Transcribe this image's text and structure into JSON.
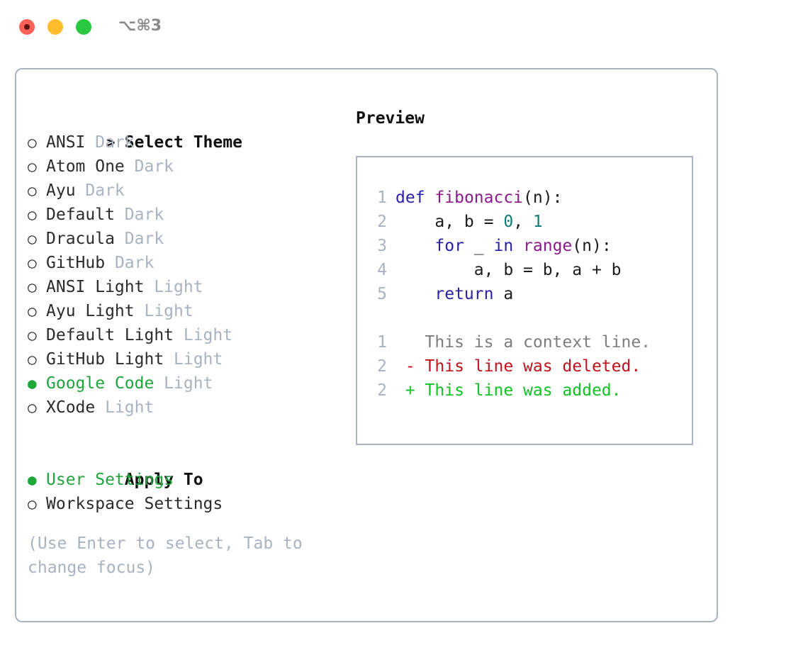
{
  "window": {
    "shortcut_label": "⌥⌘3",
    "traffic_lights": [
      "close-red",
      "minimize-yellow",
      "maximize-green"
    ]
  },
  "colors": {
    "accent_green": "#20a53c",
    "muted": "#a9b2c1",
    "text": "#2b2b2b",
    "border": "#aab2c0",
    "keyword": "#2b20a8",
    "function": "#8d1a8d",
    "number": "#117a72",
    "diff_delete": "#c1121c",
    "diff_add": "#12c222",
    "diff_context": "#7d7d7d"
  },
  "theme_picker": {
    "title": "Select Theme",
    "caret": ">",
    "bullet_selected": "●",
    "bullet_unselected": "○",
    "items": [
      {
        "name": "ANSI",
        "variant": "Dark",
        "selected": false
      },
      {
        "name": "Atom One",
        "variant": "Dark",
        "selected": false
      },
      {
        "name": "Ayu",
        "variant": "Dark",
        "selected": false
      },
      {
        "name": "Default",
        "variant": "Dark",
        "selected": false
      },
      {
        "name": "Dracula",
        "variant": "Dark",
        "selected": false
      },
      {
        "name": "GitHub",
        "variant": "Dark",
        "selected": false
      },
      {
        "name": "ANSI Light",
        "variant": "Light",
        "selected": false
      },
      {
        "name": "Ayu Light",
        "variant": "Light",
        "selected": false
      },
      {
        "name": "Default Light",
        "variant": "Light",
        "selected": false
      },
      {
        "name": "GitHub Light",
        "variant": "Light",
        "selected": false
      },
      {
        "name": "Google Code",
        "variant": "Light",
        "selected": true
      },
      {
        "name": "XCode",
        "variant": "Light",
        "selected": false
      }
    ]
  },
  "apply_to": {
    "title": "Apply To",
    "options": [
      {
        "name": "User Settings",
        "selected": true
      },
      {
        "name": "Workspace Settings",
        "selected": false
      }
    ]
  },
  "hint": "(Use Enter to select, Tab to change focus)",
  "preview": {
    "title": "Preview",
    "code_lines": [
      {
        "number": "1",
        "tokens": [
          {
            "t": "def",
            "c": "kw"
          },
          {
            "t": " ",
            "c": "txt"
          },
          {
            "t": "fibonacci",
            "c": "fn"
          },
          {
            "t": "(n):",
            "c": "txt"
          }
        ]
      },
      {
        "number": "2",
        "tokens": [
          {
            "t": "    a, b = ",
            "c": "txt"
          },
          {
            "t": "0",
            "c": "num"
          },
          {
            "t": ", ",
            "c": "txt"
          },
          {
            "t": "1",
            "c": "num"
          }
        ]
      },
      {
        "number": "3",
        "tokens": [
          {
            "t": "    ",
            "c": "txt"
          },
          {
            "t": "for",
            "c": "kw"
          },
          {
            "t": " _ ",
            "c": "txt"
          },
          {
            "t": "in",
            "c": "kw"
          },
          {
            "t": " ",
            "c": "txt"
          },
          {
            "t": "range",
            "c": "fn"
          },
          {
            "t": "(n):",
            "c": "txt"
          }
        ]
      },
      {
        "number": "4",
        "tokens": [
          {
            "t": "        a, b = b, a + b",
            "c": "txt"
          }
        ]
      },
      {
        "number": "5",
        "tokens": [
          {
            "t": "    ",
            "c": "txt"
          },
          {
            "t": "return",
            "c": "kw"
          },
          {
            "t": " a",
            "c": "txt"
          }
        ]
      }
    ],
    "diff_lines": [
      {
        "number": "1",
        "marker": " ",
        "text": "This is a context line.",
        "kind": "ctx"
      },
      {
        "number": "2",
        "marker": "-",
        "text": "This line was deleted.",
        "kind": "del"
      },
      {
        "number": "2",
        "marker": "+",
        "text": "This line was added.",
        "kind": "add"
      }
    ]
  }
}
